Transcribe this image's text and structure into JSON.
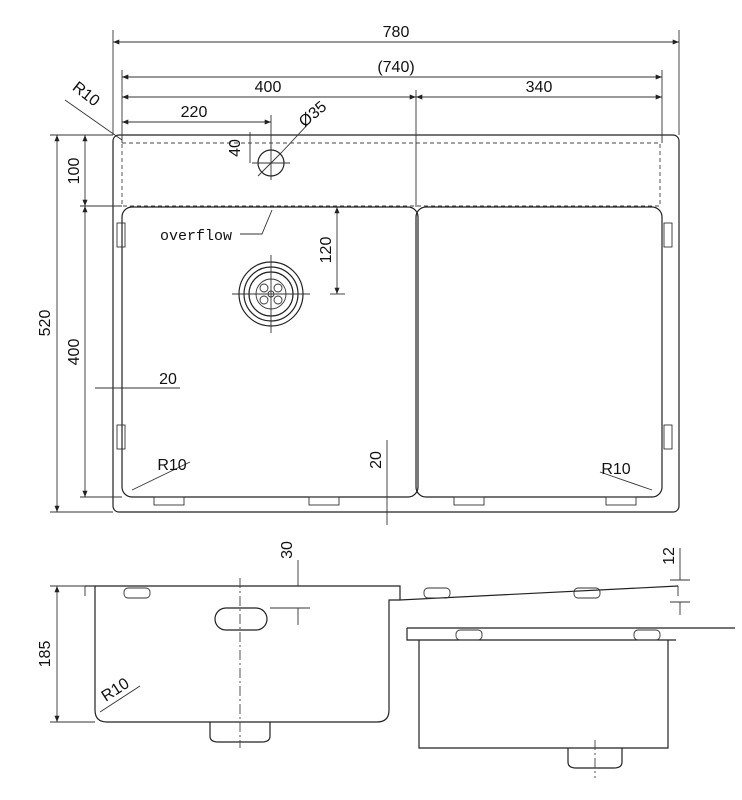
{
  "top_view": {
    "overall_width": "780",
    "inner_width": "(740)",
    "left_bowl_width": "400",
    "right_bowl_width": "340",
    "tap_hole_offset": "220",
    "tap_hole_diameter": "Ø35",
    "tap_hole_from_edge": "40",
    "corner_radius_top": "R10",
    "deck_depth": "100",
    "overall_depth": "520",
    "bowl_depth": "400",
    "drain_offset": "120",
    "side_rim": "20",
    "bottom_rim": "20",
    "bowl_radius_left": "R10",
    "bowl_radius_right": "R10",
    "overflow_label": "overflow"
  },
  "side_view": {
    "overflow_height": "30",
    "flange_step": "12",
    "bowl_height": "185",
    "bottom_radius": "R10"
  }
}
